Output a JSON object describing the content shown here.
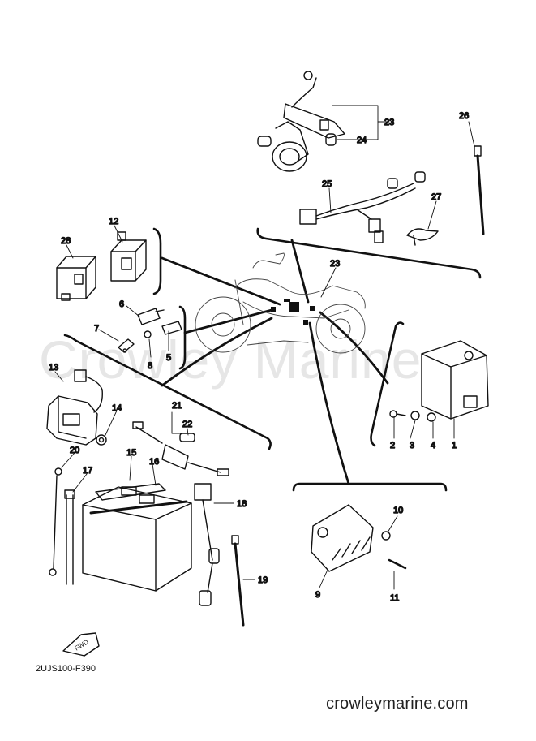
{
  "diagram": {
    "drawing_code": "2UJS100-F390",
    "website": "crowleymarine.com",
    "watermark": "Crowley Marine",
    "fwd_label": "FWD",
    "callouts": {
      "c1": "1",
      "c2": "2",
      "c3": "3",
      "c4": "4",
      "c5": "5",
      "c6": "6",
      "c7": "7",
      "c8": "8",
      "c9": "9",
      "c10": "10",
      "c11": "11",
      "c12": "12",
      "c13": "13",
      "c14": "14",
      "c15": "15",
      "c16": "16",
      "c17": "17",
      "c18": "18",
      "c19": "19",
      "c20": "20",
      "c21": "21",
      "c22": "22",
      "c23a": "23",
      "c23b": "23",
      "c24": "24",
      "c25": "25",
      "c26": "26",
      "c27": "27",
      "c28": "28"
    }
  }
}
